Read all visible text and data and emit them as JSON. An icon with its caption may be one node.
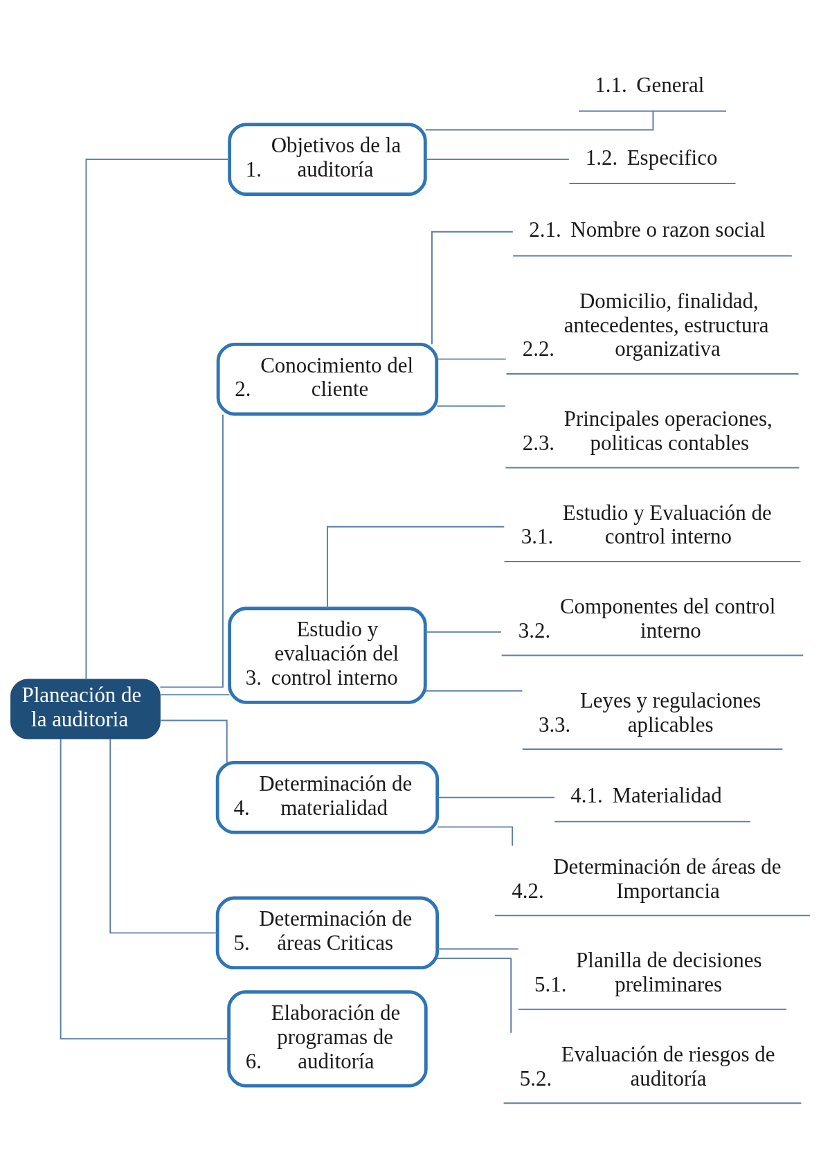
{
  "diagram": {
    "nodes": [
      {
        "text": [
          "Planeación de la auditoria"
        ]
      },
      {
        "text": [
          "1.",
          "Objetivos de la auditoría"
        ]
      },
      {
        "text": [
          "1.1.",
          "General"
        ]
      },
      {
        "text": [
          "1.2.",
          "Especifico"
        ]
      },
      {
        "text": [
          "2.",
          "Conocimiento del cliente"
        ]
      },
      {
        "text": [
          "2.1.",
          "Nombre o razon social"
        ]
      },
      {
        "text": [
          "2.2.",
          "Domicilio, finalidad, antecedentes, estructura organizativa"
        ]
      },
      {
        "text": [
          "2.3.",
          "Principales operaciones, politicas contables"
        ]
      },
      {
        "text": [
          "3.",
          "Estudio y evaluación del control interno"
        ]
      },
      {
        "text": [
          "3.1.",
          "Estudio y Evaluación de control interno"
        ]
      },
      {
        "text": [
          "3.2.",
          "Componentes del control interno"
        ]
      },
      {
        "text": [
          "3.3.",
          "Leyes y regulaciones aplicables"
        ]
      },
      {
        "text": [
          "4.",
          "Determinación de materialidad"
        ]
      },
      {
        "text": [
          "4.1.",
          "Materialidad"
        ]
      },
      {
        "text": [
          "4.2.",
          "Determinación de áreas de Importancia"
        ]
      },
      {
        "text": [
          "5.",
          "Determinación de áreas Criticas"
        ]
      },
      {
        "text": [
          "5.1.",
          "Planilla de decisiones preliminares"
        ]
      },
      {
        "text": [
          "5.2.",
          "Evaluación de riesgos de auditoría"
        ]
      },
      {
        "text": [
          "6.",
          "Elaboración de programas de auditoría"
        ]
      }
    ],
    "edges": [
      {
        "from": 0,
        "to": 1,
        "arrow": "none"
      },
      {
        "from": 1,
        "to": 2,
        "arrow": "none"
      },
      {
        "from": 1,
        "to": 3,
        "arrow": "none"
      },
      {
        "from": 0,
        "to": 4,
        "arrow": "none"
      },
      {
        "from": 4,
        "to": 5,
        "arrow": "none"
      },
      {
        "from": 4,
        "to": 6,
        "arrow": "none"
      },
      {
        "from": 4,
        "to": 7,
        "arrow": "none"
      },
      {
        "from": 0,
        "to": 8,
        "arrow": "none"
      },
      {
        "from": 8,
        "to": 9,
        "arrow": "none"
      },
      {
        "from": 8,
        "to": 10,
        "arrow": "none"
      },
      {
        "from": 8,
        "to": 11,
        "arrow": "none"
      },
      {
        "from": 0,
        "to": 12,
        "arrow": "none"
      },
      {
        "from": 12,
        "to": 13,
        "arrow": "none"
      },
      {
        "from": 12,
        "to": 14,
        "arrow": "none"
      },
      {
        "from": 0,
        "to": 15,
        "arrow": "none"
      },
      {
        "from": 15,
        "to": 16,
        "arrow": "none"
      },
      {
        "from": 15,
        "to": 17,
        "arrow": "none"
      },
      {
        "from": 0,
        "to": 18,
        "arrow": "none"
      }
    ]
  }
}
